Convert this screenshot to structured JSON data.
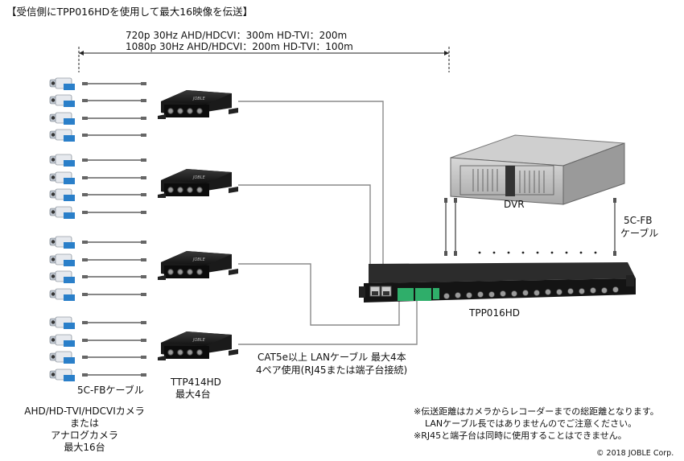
{
  "title": "【受信側にTPP016HDを使用して最大16映像を伝送】",
  "distance": {
    "line1": "720p 30Hz   AHD/HDCVI：300m   HD-TVI：200m",
    "line2": "1080p 30Hz   AHD/HDCVI：200m   HD-TVI：100m"
  },
  "labels": {
    "dvr": "DVR",
    "fb_cable_right": [
      "5C-FB",
      "ケーブル"
    ],
    "tpp016hd": "TPP016HD",
    "lan_cable": [
      "CAT5e以上 LANケーブル 最大4本",
      "4ペア使用(RJ45または端子台接続)"
    ],
    "ttp414hd": [
      "TTP414HD",
      "最大4台"
    ],
    "fb_cable_left": "5C-FBケーブル",
    "cameras": [
      "AHD/HD-TVI/HDCVIカメラ",
      "または",
      "アナログカメラ",
      "最大16台"
    ]
  },
  "notes": [
    "※伝送距離はカメラからレコーダーまでの総距離となります。",
    "LANケーブル長ではありませんのでご注意ください。",
    "※RJ45と端子台は同時に使用することはできません。"
  ],
  "copyright": "© 2018 JOBLE Corp."
}
